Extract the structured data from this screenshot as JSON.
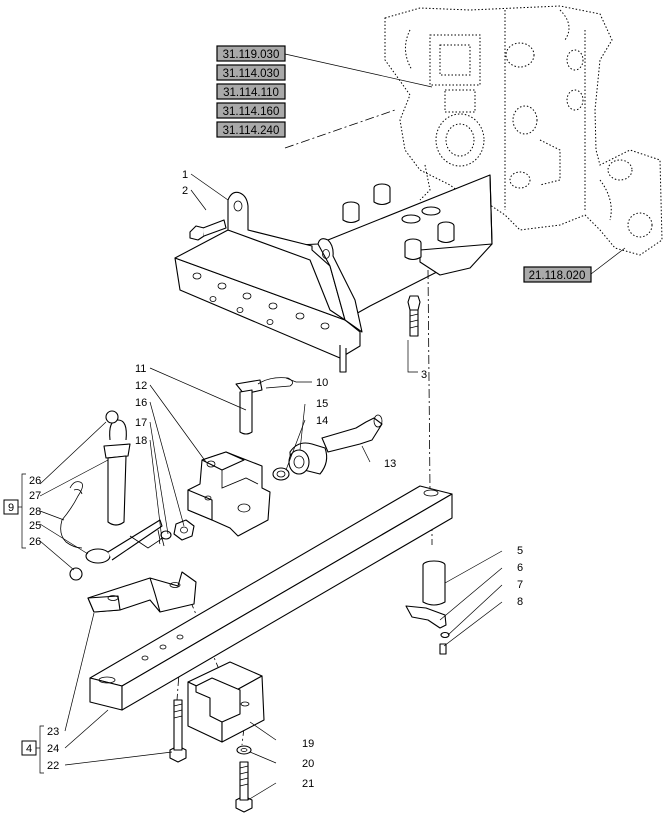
{
  "reference_boxes": {
    "top": [
      "31.119.030",
      "31.114.030",
      "31.114.110",
      "31.114.160",
      "31.114.240"
    ],
    "right": "21.118.020"
  },
  "group_labels": {
    "g9": "9",
    "g4": "4"
  },
  "callouts": {
    "c1": "1",
    "c2": "2",
    "c3": "3",
    "c5": "5",
    "c6": "6",
    "c7": "7",
    "c8": "8",
    "c10": "10",
    "c11": "11",
    "c12": "12",
    "c13": "13",
    "c14": "14",
    "c15": "15",
    "c16": "16",
    "c17": "17",
    "c18": "18",
    "c19": "19",
    "c20": "20",
    "c21": "21",
    "c22": "22",
    "c23": "23",
    "c24": "24",
    "g9_items": [
      "26",
      "27",
      "28",
      "25",
      "26"
    ]
  }
}
